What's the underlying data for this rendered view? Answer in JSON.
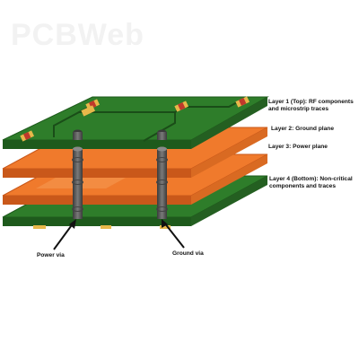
{
  "watermark": "PCBWeb",
  "labels": {
    "layer1_line1": "Layer 1 (Top): RF components",
    "layer1_line2": "and microstrip traces",
    "layer2": "Layer 2: Ground plane",
    "layer3": "Layer 3: Power plane",
    "layer4_line1": "Layer 4 (Bottom): Non-critical",
    "layer4_line2": "components and traces",
    "power_via": "Power via",
    "ground_via": "Ground via"
  },
  "colors": {
    "pcb_green": "#2e7d2a",
    "pcb_green_dark": "#1e5a1c",
    "copper_orange": "#f07a2c",
    "copper_dark": "#c9581a",
    "via_gray": "#555555",
    "component_red": "#c0392b",
    "pad_gold": "#e8b84a"
  }
}
